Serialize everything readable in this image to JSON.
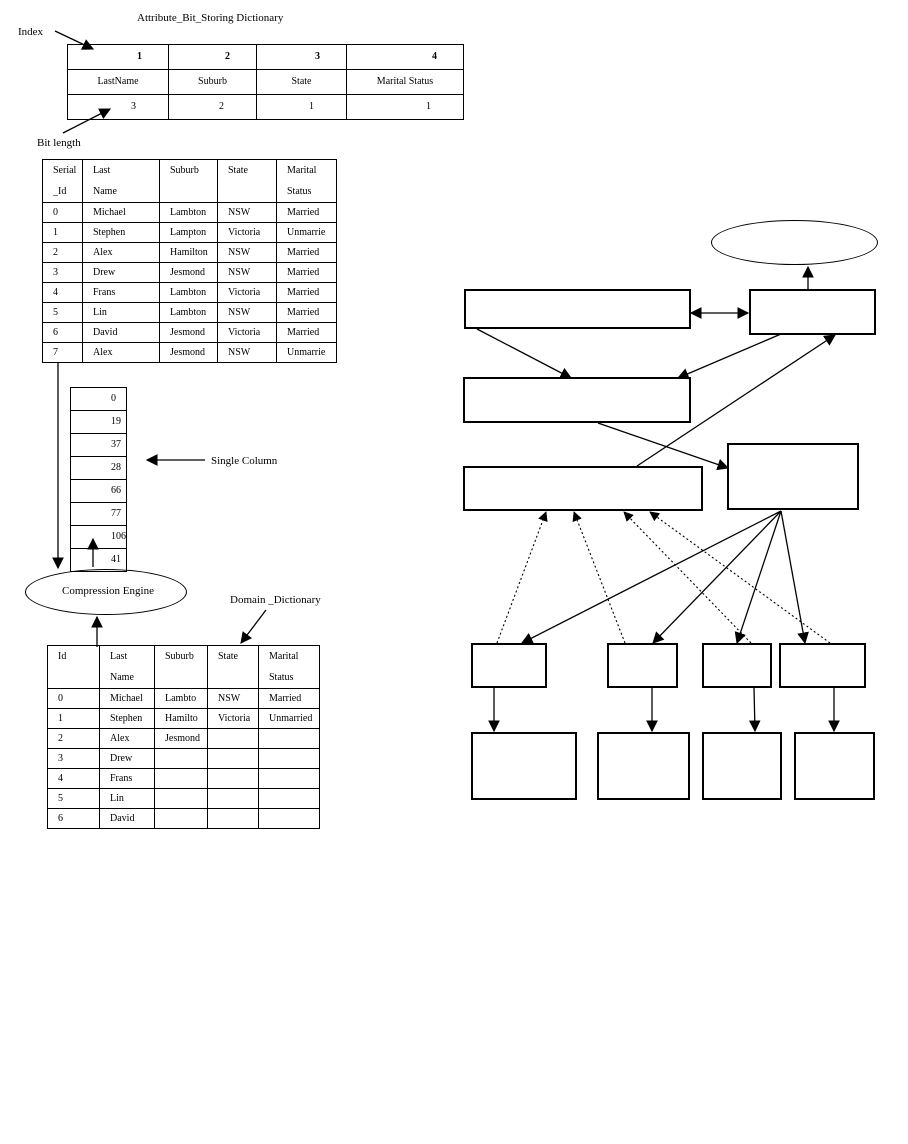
{
  "left": {
    "attr_dict_title": "Attribute_Bit_Storing Dictionary",
    "index_label": "Index",
    "bit_length_label": "Bit length",
    "attr_indices": [
      "1",
      "2",
      "3",
      "4"
    ],
    "attr_names": [
      "LastName",
      "Suburb",
      "State",
      "Marital Status"
    ],
    "attr_bits": [
      "3",
      "2",
      "1",
      "1"
    ],
    "main_headers": [
      "Serial\n_Id",
      "Last\nName",
      "Suburb",
      "State",
      "Marital\nStatus"
    ],
    "main_rows": [
      [
        "0",
        "Michael",
        "Lambton",
        "NSW",
        "Married"
      ],
      [
        "1",
        "Stephen",
        "Lampton",
        "Victoria",
        "Unmarrie"
      ],
      [
        "2",
        "Alex",
        "Hamilton",
        "NSW",
        "Married"
      ],
      [
        "3",
        "Drew",
        "Jesmond",
        "NSW",
        "Married"
      ],
      [
        "4",
        "Frans",
        "Lambton",
        "Victoria",
        "Married"
      ],
      [
        "5",
        "Lin",
        "Lambton",
        "NSW",
        "Married"
      ],
      [
        "6",
        "David",
        "Jesmond",
        "Victoria",
        "Married"
      ],
      [
        "7",
        "Alex",
        "Jesmond",
        "NSW",
        "Unmarrie"
      ]
    ],
    "single_column_values": [
      "0",
      "19",
      "37",
      "28",
      "66",
      "77",
      "106",
      "41"
    ],
    "single_column_label": "Single Column",
    "compression_engine_label": "Compression Engine",
    "domain_dict_title": "Domain _Dictionary",
    "domain_headers": [
      "Id",
      "Last\nName",
      "Suburb",
      "State",
      "Marital\nStatus"
    ],
    "domain_rows": [
      [
        "0",
        "Michael",
        "Lambto",
        "NSW",
        "Married"
      ],
      [
        "1",
        "Stephen",
        "Hamilto",
        "Victoria",
        "Unmarried"
      ],
      [
        "2",
        "Alex",
        "Jesmond",
        "",
        ""
      ],
      [
        "3",
        "Drew",
        "",
        "",
        ""
      ],
      [
        "4",
        "Frans",
        "",
        "",
        ""
      ],
      [
        "5",
        "Lin",
        "",
        "",
        ""
      ],
      [
        "6",
        "David",
        "",
        "",
        ""
      ]
    ]
  },
  "colors": {
    "line": "#000000",
    "background": "#ffffff"
  }
}
